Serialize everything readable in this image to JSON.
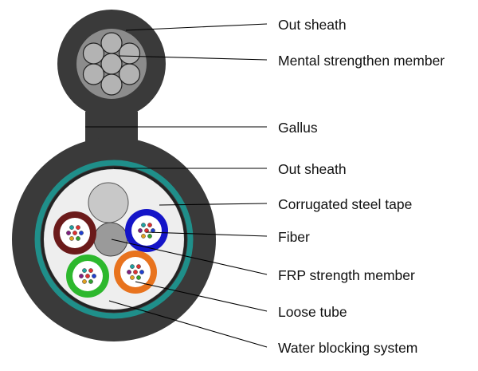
{
  "labels": {
    "out_sheath_top": "Out sheath",
    "metal_strength_member": "Mental strengthen member",
    "gallus": "Gallus",
    "out_sheath_main": "Out sheath",
    "corrugated_steel_tape": "Corrugated steel tape",
    "fiber": "Fiber",
    "frp_strength_member": "FRP strength member",
    "loose_tube": "Loose tube",
    "water_blocking_system": "Water blocking system"
  },
  "colors": {
    "sheath": "#3a3a3a",
    "messenger_core": "#8c8c8c",
    "messenger_wire": "#b3b3b3",
    "steel_tape": "#1f8f8a",
    "inner_fill": "#eeeeee",
    "filler": "#c8c8c8",
    "frp": "#9a9a9a",
    "tube_brown": "#6b1a1a",
    "tube_blue": "#1414c8",
    "tube_green": "#2db82d",
    "tube_orange": "#e8731e"
  }
}
